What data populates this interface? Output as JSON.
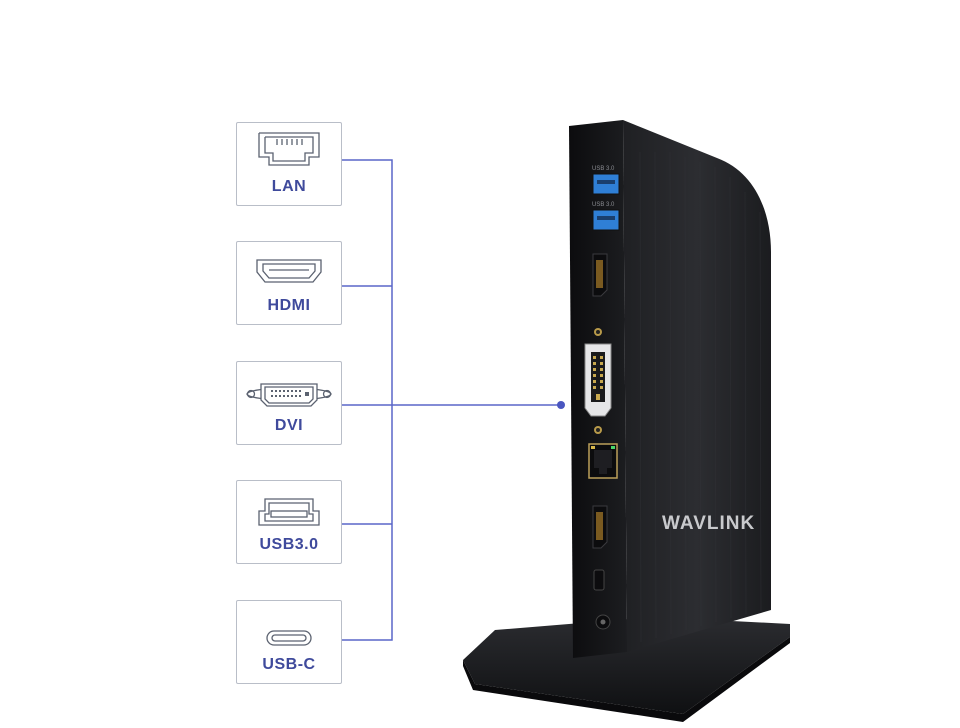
{
  "ports": [
    {
      "id": "lan",
      "label": "LAN",
      "icon": "lan-port-icon"
    },
    {
      "id": "hdmi",
      "label": "HDMI",
      "icon": "hdmi-port-icon"
    },
    {
      "id": "dvi",
      "label": "DVI",
      "icon": "dvi-port-icon"
    },
    {
      "id": "usb3",
      "label": "USB3.0",
      "icon": "usb-a-port-icon"
    },
    {
      "id": "usbc",
      "label": "USB-C",
      "icon": "usb-c-port-icon"
    }
  ],
  "device": {
    "brand": "WAVLINK",
    "port_labels": {
      "usb1": "USB 3.0",
      "usb2": "USB 3.0"
    }
  },
  "colors": {
    "accent": "#3f4a9c",
    "card_border": "#b9bec8",
    "line": "#5a67c8",
    "device_body": "#2a2b2e",
    "usb_blue": "#2f7fd6"
  }
}
